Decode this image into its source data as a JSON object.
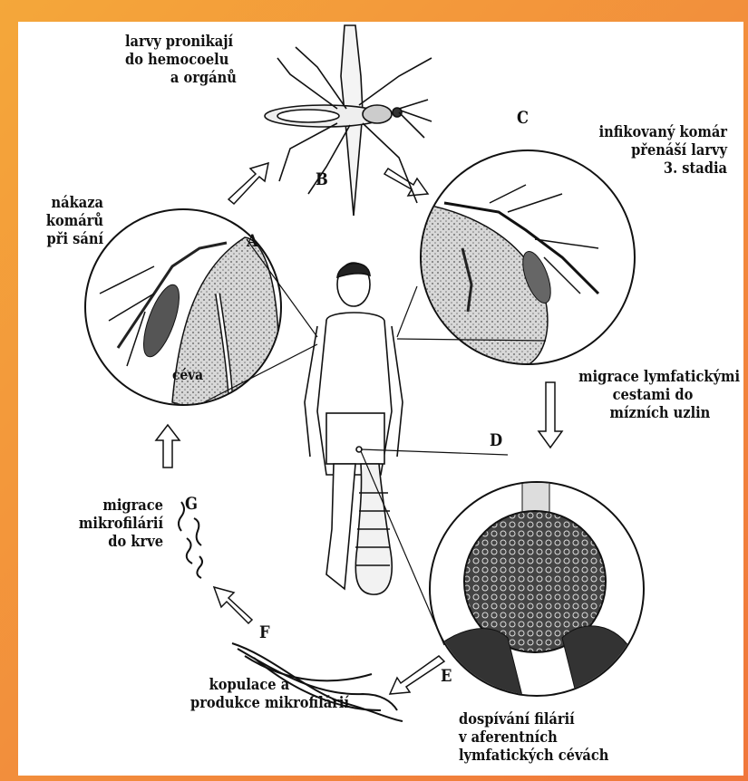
{
  "labels": {
    "b_text": [
      "larvy pronikají",
      "do hemocoelu",
      "a orgánů"
    ],
    "c_text": [
      "infikovaný komár",
      "přenáší larvy",
      "3. stadia"
    ],
    "a_text": [
      "nákaza",
      "komárů",
      "při sání"
    ],
    "migrace_lymf": [
      "migrace lymfatickými",
      "cestami do",
      "mízních uzlin"
    ],
    "g_text": [
      "migrace",
      "mikrofilárií",
      "do krve"
    ],
    "f_text": [
      "kopulace a",
      "produkce mikrofilárií"
    ],
    "e_text": [
      "dospívání filárií",
      "v aferentních",
      "lymfatických cévách"
    ],
    "ceva": "céva",
    "letters": {
      "A": "A",
      "B": "B",
      "C": "C",
      "D": "D",
      "E": "E",
      "F": "F",
      "G": "G"
    }
  },
  "colors": {
    "background": "#f28a3c",
    "panel": "#ffffff",
    "ink": "#111111"
  }
}
